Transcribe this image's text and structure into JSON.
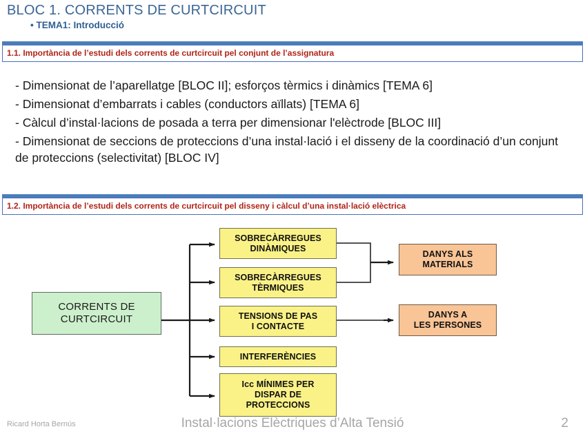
{
  "slide": {
    "title": "BLOC 1. CORRENTS DE CURTCIRCUIT",
    "subtitle": "• TEMA1: Introducció",
    "title_color": "#3A6695",
    "subtitle_color": "#2E5F92",
    "accent_bar_color": "#4A7EBB",
    "section_text_color": "#B02418"
  },
  "sections": [
    {
      "id": "1.1",
      "heading": "1.1. Importància de l’estudi dels corrents de curtcircuit pel conjunt de l’assignatura"
    },
    {
      "id": "1.2",
      "heading": "1.2. Importància de l’estudi dels corrents de curtcircuit pel disseny i càlcul d’una instal·lació elèctrica"
    }
  ],
  "body_lines": [
    "- Dimensionat de l’aparellatge [BLOC II]; esforços tèrmics i dinàmics [TEMA 6]",
    "- Dimensionat d’embarrats i cables (conductors aïllats) [TEMA 6]",
    "- Càlcul d’instal·lacions de posada a terra per dimensionar l'elèctrode [BLOC III]",
    "- Dimensionat de seccions de proteccions d’una instal·lació i el disseny de la coordinació d’un conjunt de proteccions (selectivitat) [BLOC IV]"
  ],
  "diagram": {
    "source": {
      "label_line1": "CORRENTS DE",
      "label_line2": "CURTCIRCUIT",
      "fill": "#CCF0CC"
    },
    "causes": [
      {
        "line1": "SOBRECÀRREGUES",
        "line2": "DINÀMIQUES",
        "line3": ""
      },
      {
        "line1": "SOBRECÀRREGUES",
        "line2": "TÈRMIQUES",
        "line3": ""
      },
      {
        "line1": "TENSIONS DE PAS",
        "line2": "I CONTACTE",
        "line3": ""
      },
      {
        "line1": "INTERFERÈNCIES",
        "line2": "",
        "line3": ""
      },
      {
        "line1": "Icc MÍNIMES PER",
        "line2": "DISPAR DE",
        "line3": "PROTECCIONS"
      }
    ],
    "causes_fill": "#FAF287",
    "effects": [
      {
        "line1": "DANYS ALS",
        "line2": "MATERIALS"
      },
      {
        "line1": "DANYS A",
        "line2": "LES PERSONES"
      }
    ],
    "effects_fill": "#F9C496"
  },
  "footer": {
    "author": "Ricard Horta Bernús",
    "course": "Instal·lacions Elèctriques d’Alta Tensió",
    "page_number": "2"
  }
}
